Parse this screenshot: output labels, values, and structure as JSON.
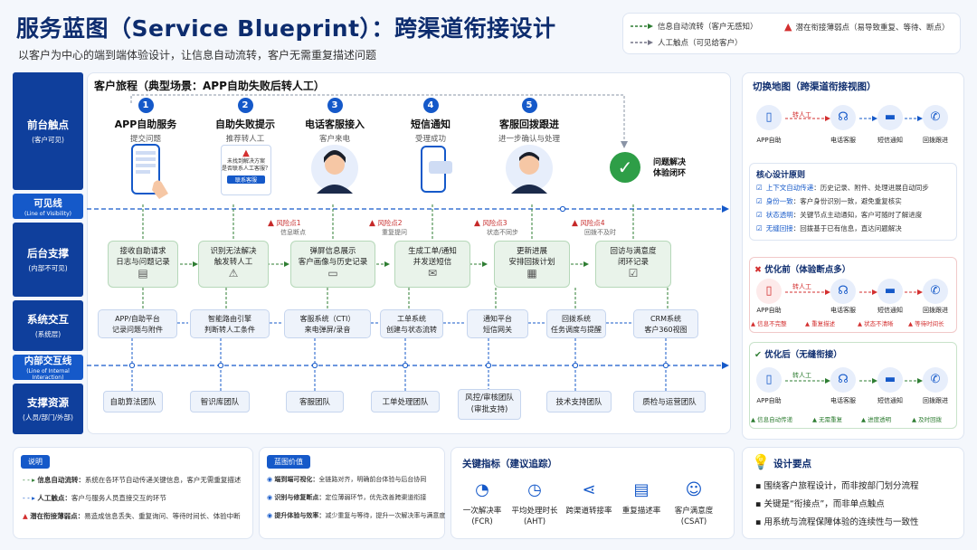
{
  "header": {
    "title": "服务蓝图（Service Blueprint）：跨渠道衔接设计",
    "subtitle": "以客户为中心的端到端体验设计，让信息自动流转，客户无需重复描述问题"
  },
  "legend": {
    "auto_flow": "信息自动流转（客户无感知）",
    "manual": "人工触点（可见给客户）",
    "risk": "潜在衔接薄弱点（易导致重复、等待、断点）"
  },
  "lanes": [
    {
      "title": "前台触点",
      "sub": "(客户可见)"
    },
    {
      "title": "可见线",
      "sub": "(Line of Visibility)"
    },
    {
      "title": "后台支撑",
      "sub": "(内部不可见)"
    },
    {
      "title": "系统交互",
      "sub": "(系统层)"
    },
    {
      "title": "内部交互线",
      "sub": "(Line of Internal Interaction)"
    },
    {
      "title": "支撑资源",
      "sub": "(人员/部门/外部)"
    }
  ],
  "journey": {
    "title": "客户旅程（典型场景：APP自助失败后转人工）"
  },
  "steps": [
    {
      "num": "1",
      "name": "APP自助服务",
      "desc": "提交问题"
    },
    {
      "num": "2",
      "name": "自助失败提示",
      "desc": "推荐转人工"
    },
    {
      "num": "3",
      "name": "电话客服接入",
      "desc": "客户来电"
    },
    {
      "num": "4",
      "name": "短信通知",
      "desc": "受理成功"
    },
    {
      "num": "5",
      "name": "客服回拨跟进",
      "desc": "进一步确认与处理"
    }
  ],
  "phone_popup": {
    "text": "未找到解决方案\n是否联系人工客服？",
    "button": "联系客服"
  },
  "resolved": "问题解决\n体验闭环",
  "backstage": [
    {
      "line1": "接收自助请求",
      "line2": "日志与问题记录"
    },
    {
      "line1": "识别无法解决",
      "line2": "触发转人工"
    },
    {
      "line1": "弹屏信息展示",
      "line2": "客户画像与历史记录"
    },
    {
      "line1": "生成工单/通知",
      "line2": "并发送短信"
    },
    {
      "line1": "更新进展",
      "line2": "安排回拨计划"
    },
    {
      "line1": "回访与满意度",
      "line2": "闭环记录"
    }
  ],
  "risks": [
    {
      "label": "风险点1",
      "desc": "信息断点"
    },
    {
      "label": "风险点2",
      "desc": "重复提问"
    },
    {
      "label": "风险点3",
      "desc": "状态不同步"
    },
    {
      "label": "风险点4",
      "desc": "回拨不及时"
    }
  ],
  "systems": [
    {
      "line1": "APP/自助平台",
      "line2": "记录问题与附件"
    },
    {
      "line1": "智能路由引擎",
      "line2": "判断转人工条件"
    },
    {
      "line1": "客服系统（CTI）",
      "line2": "来电弹屏/录音"
    },
    {
      "line1": "工单系统",
      "line2": "创建与状态流转"
    },
    {
      "line1": "通知平台",
      "line2": "短信网关"
    },
    {
      "line1": "回拨系统",
      "line2": "任务调度与提醒"
    },
    {
      "line1": "CRM系统",
      "line2": "客户360视图"
    }
  ],
  "support": [
    "自助算法团队",
    "智识库团队",
    "客服团队",
    "工单处理团队",
    "风控/审核团队\n(审批支持)",
    "技术支持团队",
    "质检与运营团队"
  ],
  "right": {
    "map_title": "切换地图（跨渠道衔接视图）",
    "channels": [
      "APP自助",
      "电话客服",
      "短信通知",
      "回拨跟进"
    ],
    "transfer": "转人工",
    "principles_title": "核心设计原则",
    "principles": [
      {
        "k": "上下文自动传递",
        "v": "：历史记录、附件、处理进展自动同步"
      },
      {
        "k": "身份一致",
        "v": "：客户身份识别一致，避免重复核实"
      },
      {
        "k": "状态透明",
        "v": "：关键节点主动通知，客户可随时了解进度"
      },
      {
        "k": "无缝回接",
        "v": "：回拨基于已有信息，直达问题解决"
      }
    ],
    "before_title": "优化前（体验断点多）",
    "before_tags": [
      "信息不完整",
      "重复描述",
      "状态不清晰",
      "等待时间长"
    ],
    "after_title": "优化后（无缝衔接）",
    "after_tags": [
      "信息自动传递",
      "无需重复",
      "进度透明",
      "及时回拨"
    ]
  },
  "notes": {
    "title": "说明",
    "items": [
      {
        "k": "信息自动流转：",
        "v": "系统在各环节自动传递关键信息，客户无需重复描述"
      },
      {
        "k": "人工触点：",
        "v": "客户与服务人员直接交互的环节"
      },
      {
        "k": "潜在衔接薄弱点：",
        "v": "易造成信息丢失、重复询问、等待时间长、体验中断"
      }
    ]
  },
  "value": {
    "title": "蓝图价值",
    "items": [
      {
        "k": "端到端可视化：",
        "v": "全链路对齐，明确前台体验与后台协同"
      },
      {
        "k": "识别与修复断点：",
        "v": "定位薄弱环节，优先改善跨渠道衔接"
      },
      {
        "k": "提升体验与效率：",
        "v": "减少重复与等待，提升一次解决率与满意度"
      }
    ]
  },
  "kpi": {
    "title": "关键指标（建议追踪）",
    "items": [
      {
        "icon": "◔",
        "l1": "一次解决率",
        "l2": "(FCR)"
      },
      {
        "icon": "◷",
        "l1": "平均处理时长",
        "l2": "(AHT)"
      },
      {
        "icon": "⋖",
        "l1": "跨渠道转接率",
        "l2": ""
      },
      {
        "icon": "▤",
        "l1": "重复描述率",
        "l2": ""
      },
      {
        "icon": "☺",
        "l1": "客户满意度",
        "l2": "(CSAT)"
      }
    ]
  },
  "design": {
    "title": "设计要点",
    "items": [
      "围绕客户旅程设计，而非按部门划分流程",
      "关键是“衔接点”，而非单点触点",
      "用系统与流程保障体验的连续性与一致性"
    ]
  },
  "colors": {
    "primary": "#1559c9",
    "navy": "#0f3f9c",
    "green": "#2e7d32",
    "risk": "#d32f2f"
  }
}
